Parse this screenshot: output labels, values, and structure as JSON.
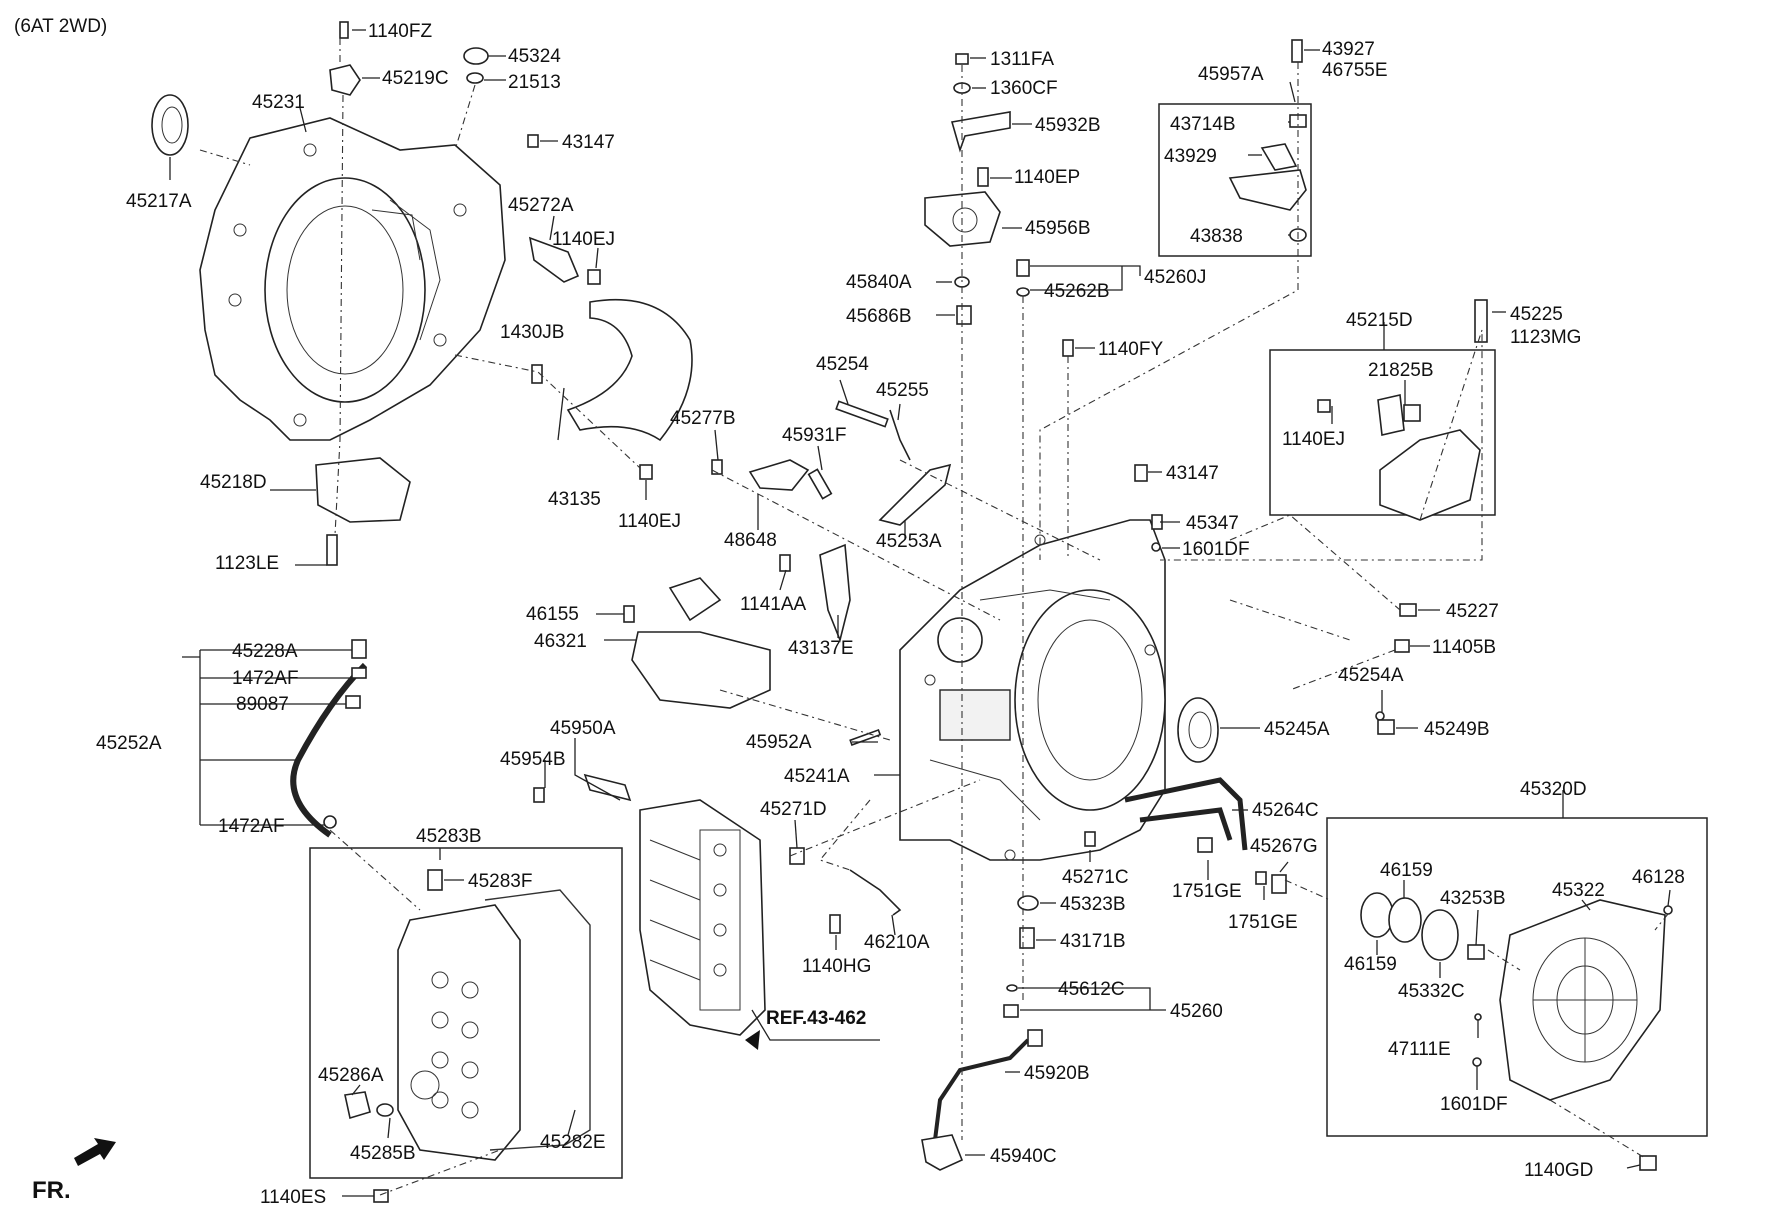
{
  "variant": "(6AT 2WD)",
  "ref_label": "REF.43-462",
  "fr_label": "FR.",
  "labels": {
    "l1140FZ": "1140FZ",
    "l45324": "45324",
    "l45219C": "45219C",
    "l21513": "21513",
    "l45231": "45231",
    "l45217A": "45217A",
    "l43147a": "43147",
    "l45272A": "45272A",
    "l1140EJa": "1140EJ",
    "l1430JB": "1430JB",
    "l43135": "43135",
    "l1140EJb": "1140EJ",
    "l45218D": "45218D",
    "l1123LE": "1123LE",
    "l1311FA": "1311FA",
    "l1360CF": "1360CF",
    "l45932B": "45932B",
    "l1140EP": "1140EP",
    "l45956B": "45956B",
    "l45840A": "45840A",
    "l45262B": "45262B",
    "l45260J": "45260J",
    "l45686B": "45686B",
    "l1140FY": "1140FY",
    "l43927": "43927",
    "l46755E": "46755E",
    "l45957A": "45957A",
    "l43714B": "43714B",
    "l43929": "43929",
    "l43838": "43838",
    "l45215D": "45215D",
    "l45225": "45225",
    "l1123MG": "1123MG",
    "l21825B": "21825B",
    "l1140EJc": "1140EJ",
    "l45254": "45254",
    "l45255": "45255",
    "l45277B": "45277B",
    "l45931F": "45931F",
    "l48648": "48648",
    "l45253A": "45253A",
    "l43147b": "43147",
    "l45347": "45347",
    "l1601DFa": "1601DF",
    "l1141AA": "1141AA",
    "l43137E": "43137E",
    "l46155": "46155",
    "l46321": "46321",
    "l45227": "45227",
    "l11405B": "11405B",
    "l45254A": "45254A",
    "l45249B": "45249B",
    "l45245A": "45245A",
    "l45952A": "45952A",
    "l45241A": "45241A",
    "l45228A": "45228A",
    "l1472AFa": "1472AF",
    "l89087": "89087",
    "l45252A": "45252A",
    "l1472AFb": "1472AF",
    "l45950A": "45950A",
    "l45954B": "45954B",
    "l45271D": "45271D",
    "l45264C": "45264C",
    "l45267G": "45267G",
    "l45271C": "45271C",
    "l1751GEa": "1751GE",
    "l1751GEb": "1751GE",
    "l45323B": "45323B",
    "l43171B": "43171B",
    "l46210A": "46210A",
    "l1140HG": "1140HG",
    "l45612C": "45612C",
    "l45260": "45260",
    "l45920B": "45920B",
    "l45940C": "45940C",
    "l45283B": "45283B",
    "l45283F": "45283F",
    "l45286A": "45286A",
    "l45285B": "45285B",
    "l45282E": "45282E",
    "l1140ES": "1140ES",
    "l45320D": "45320D",
    "l46159a": "46159",
    "l43253B": "43253B",
    "l45322": "45322",
    "l46128": "46128",
    "l46159b": "46159",
    "l45332C": "45332C",
    "l47111E": "47111E",
    "l1601DFb": "1601DF",
    "l1140GD": "1140GD"
  }
}
